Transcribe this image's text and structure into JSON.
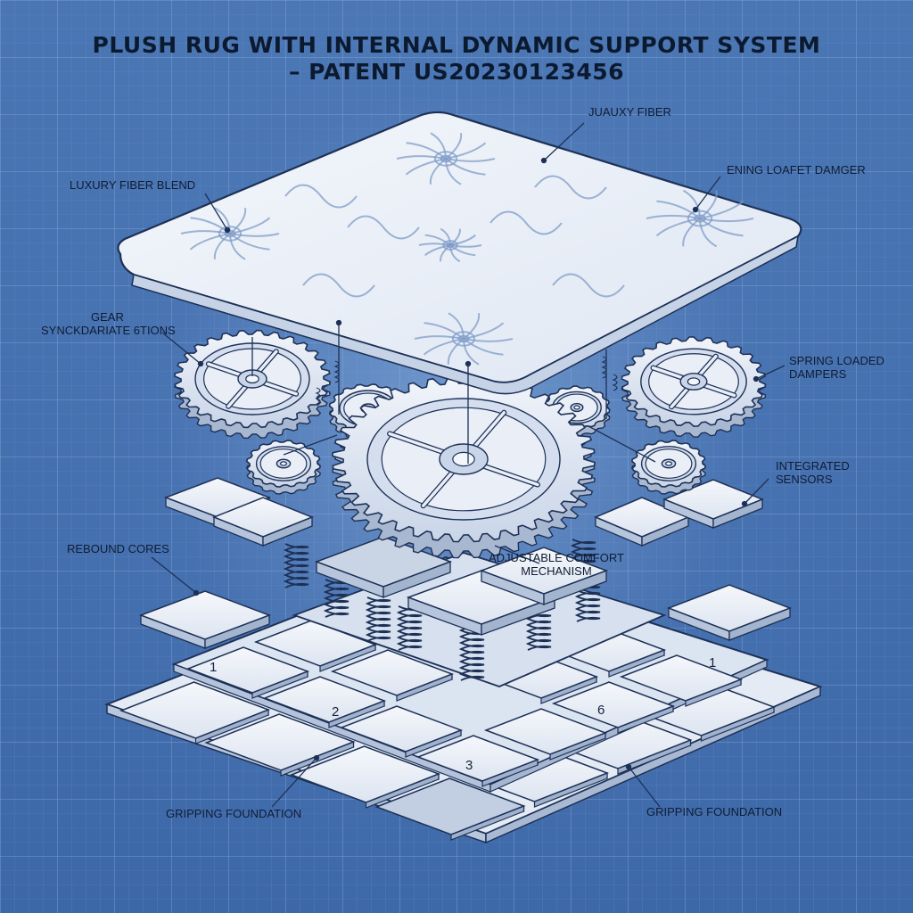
{
  "title": {
    "line1": "PLUSH RUG WITH INTERNAL DYNAMIC SUPPORT SYSTEM",
    "line2": "– PATENT US20230123456"
  },
  "labels": {
    "luxury_fiber_top": "JUAUXY FIBER",
    "luxury_fiber_blend": "LUXURY FIBER BLEND",
    "ening_loafet_damper": "ENING LOAFET DAMGER",
    "gear_line1": "GEAR",
    "gear_line2": "SYNCKDARIATE 6TIONS",
    "spring_loaded_line1": "SPRING LOADED",
    "spring_loaded_line2": "DAMPERS",
    "integrated_line1": "INTEGRATED",
    "integrated_line2": "SENSORS",
    "rebound_cores": "REBOUND CORES",
    "adjustable_line1": "ADJUSTABLE COMFORT",
    "adjustable_line2": "MECHANISM",
    "gripping_left": "GRIPPING FOUNDATION",
    "gripping_right": "GRIPPING FOUNDATION"
  },
  "numbers": {
    "n1_left": "1",
    "n1_right": "1",
    "n2": "2",
    "n3": "3",
    "n6": "6"
  },
  "colors": {
    "background": "#4a76b4",
    "ink": "#1d3157",
    "pad_fill": "#eef2f9",
    "text": "#0f1c33"
  }
}
